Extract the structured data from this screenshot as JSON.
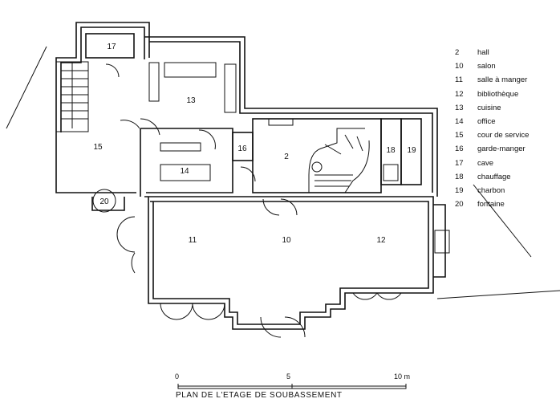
{
  "title": "PLAN DE L'ETAGE DE SOUBASSEMENT",
  "scale": {
    "ticks": [
      "0",
      "5",
      "10 m"
    ]
  },
  "rooms": [
    {
      "num": "2"
    },
    {
      "num": "10"
    },
    {
      "num": "11"
    },
    {
      "num": "12"
    },
    {
      "num": "13"
    },
    {
      "num": "14"
    },
    {
      "num": "15"
    },
    {
      "num": "16"
    },
    {
      "num": "17"
    },
    {
      "num": "18"
    },
    {
      "num": "19"
    },
    {
      "num": "20"
    }
  ],
  "legend": [
    {
      "num": "2",
      "label": "hall"
    },
    {
      "num": "10",
      "label": "salon"
    },
    {
      "num": "11",
      "label": "salle à manger"
    },
    {
      "num": "12",
      "label": "bibliothèque"
    },
    {
      "num": "13",
      "label": "cuisine"
    },
    {
      "num": "14",
      "label": "office"
    },
    {
      "num": "15",
      "label": "cour de service"
    },
    {
      "num": "16",
      "label": "garde-manger"
    },
    {
      "num": "17",
      "label": "cave"
    },
    {
      "num": "18",
      "label": "chauffage"
    },
    {
      "num": "19",
      "label": "charbon"
    },
    {
      "num": "20",
      "label": "fontaine"
    }
  ],
  "colors": {
    "ink": "#111111",
    "paper": "#ffffff"
  }
}
